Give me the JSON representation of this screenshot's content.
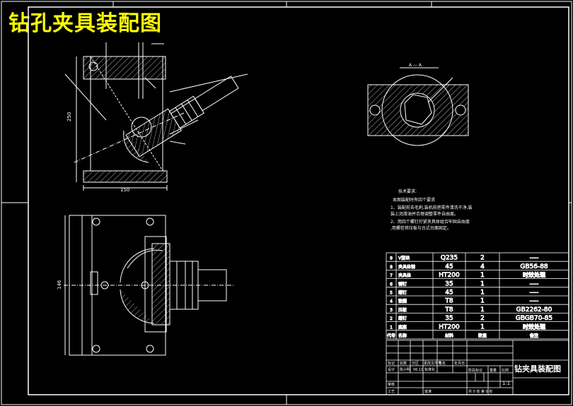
{
  "title": "钻孔夹具装配图",
  "tech_requirements": {
    "heading": "技术要求:",
    "lines": [
      "本图装配时有四个要求",
      "1、装配前去毛刺,装机前把零件清洗干净,装",
      "  装上润滑油并合理调整零件自由度。",
      "2、用四个螺钉拧紧夹具体组合牢固自由度",
      "  ,用螺栓将压板与台式台面固定。"
    ]
  },
  "bom": {
    "rows": [
      {
        "no": "9",
        "name": "V型块",
        "material": "Q235",
        "qty": "2",
        "note": "----"
      },
      {
        "no": "8",
        "name": "夹具体钢",
        "material": "45",
        "qty": "4",
        "note": "GB56-88"
      },
      {
        "no": "7",
        "name": "夹具体",
        "material": "HT200",
        "qty": "1",
        "note": "时效处理"
      },
      {
        "no": "6",
        "name": "销钉",
        "material": "35",
        "qty": "1",
        "note": "----"
      },
      {
        "no": "5",
        "name": "螺钉",
        "material": "45",
        "qty": "1",
        "note": "----"
      },
      {
        "no": "4",
        "name": "垫圈",
        "material": "T8",
        "qty": "1",
        "note": "----"
      },
      {
        "no": "3",
        "name": "压板",
        "material": "T8",
        "qty": "1",
        "note": "GB2262-80"
      },
      {
        "no": "2",
        "name": "螺钉",
        "material": "35",
        "qty": "2",
        "note": "GBGB70-85"
      },
      {
        "no": "1",
        "name": "底座",
        "material": "HT200",
        "qty": "1",
        "note": "时效处理"
      }
    ],
    "header": {
      "no": "代号",
      "name": "名称",
      "material": "材料",
      "qty": "数量",
      "note": "备注"
    }
  },
  "title_block": {
    "drawing_name": "钻夹具装配图",
    "row1": [
      "标记",
      "处数",
      "分区",
      "更改文件号",
      "签名",
      "年月日"
    ],
    "row2": [
      "设计",
      "陈小明",
      "06.11",
      "标准化"
    ],
    "stage_label": "阶段标记",
    "weight_label": "重量",
    "scale_label": "比例",
    "scale_value": "1:1",
    "review": "审核",
    "process": "工艺",
    "approve": "批准",
    "sheets": "共 0 张  第 0 张"
  },
  "dims": {
    "width_top": "150",
    "height_left": "250",
    "height_bottom_view": "146"
  },
  "section_label": "A — A",
  "section_mark": "A"
}
